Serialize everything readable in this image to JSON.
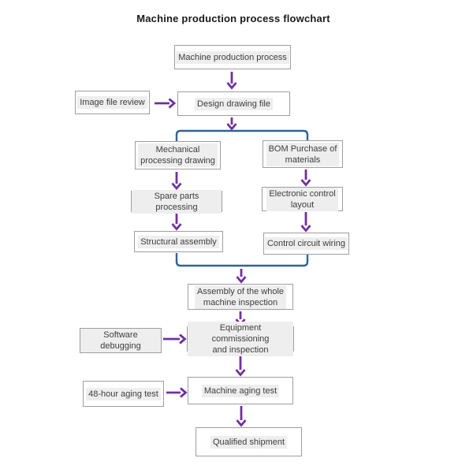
{
  "title": "Machine production process flowchart",
  "colors": {
    "arrow": "#7030a0",
    "bracket": "#2e6496",
    "text": "#3d3d3d",
    "highlight": "#eeeeee",
    "border": "#9e9e9e"
  },
  "nodes": [
    {
      "id": "machine-production-process",
      "label": "Machine production process"
    },
    {
      "id": "image-file-review",
      "label": "Image file review"
    },
    {
      "id": "design-drawing-file",
      "label": "Design drawing file"
    },
    {
      "id": "mechanical-processing-drawing",
      "label": "Mechanical\nprocessing drawing"
    },
    {
      "id": "bom-purchase-of-materials",
      "label": "BOM Purchase of\nmaterials"
    },
    {
      "id": "spare-parts-processing",
      "label": "Spare parts processing"
    },
    {
      "id": "electronic-control-layout",
      "label": "Electronic control\nlayout"
    },
    {
      "id": "structural-assembly",
      "label": "Structural assembly"
    },
    {
      "id": "control-circuit-wiring",
      "label": "Control circuit wiring"
    },
    {
      "id": "assembly-of-the-whole-machine-inspection",
      "label": "Assembly of the whole\nmachine inspection"
    },
    {
      "id": "software-debugging",
      "label": "Software debugging"
    },
    {
      "id": "equipment-commissioning-and-inspection",
      "label": "Equipment commissioning\nand inspection"
    },
    {
      "id": "aging-test-48-hour",
      "label": "48-hour aging test"
    },
    {
      "id": "machine-aging-test",
      "label": "Machine aging test"
    },
    {
      "id": "qualified-shipment",
      "label": "Qualified shipment"
    }
  ],
  "edges": [
    {
      "from": "machine-production-process",
      "to": "design-drawing-file",
      "connector": "arrow"
    },
    {
      "from": "image-file-review",
      "to": "design-drawing-file",
      "connector": "arrow"
    },
    {
      "from": "design-drawing-file",
      "to": "mechanical-processing-drawing",
      "connector": "bracket-split"
    },
    {
      "from": "design-drawing-file",
      "to": "bom-purchase-of-materials",
      "connector": "bracket-split"
    },
    {
      "from": "mechanical-processing-drawing",
      "to": "spare-parts-processing",
      "connector": "arrow"
    },
    {
      "from": "spare-parts-processing",
      "to": "structural-assembly",
      "connector": "arrow"
    },
    {
      "from": "bom-purchase-of-materials",
      "to": "electronic-control-layout",
      "connector": "arrow"
    },
    {
      "from": "electronic-control-layout",
      "to": "control-circuit-wiring",
      "connector": "arrow"
    },
    {
      "from": "structural-assembly",
      "to": "assembly-of-the-whole-machine-inspection",
      "connector": "bracket-merge"
    },
    {
      "from": "control-circuit-wiring",
      "to": "assembly-of-the-whole-machine-inspection",
      "connector": "bracket-merge"
    },
    {
      "from": "assembly-of-the-whole-machine-inspection",
      "to": "equipment-commissioning-and-inspection",
      "connector": "arrow"
    },
    {
      "from": "software-debugging",
      "to": "equipment-commissioning-and-inspection",
      "connector": "arrow"
    },
    {
      "from": "equipment-commissioning-and-inspection",
      "to": "machine-aging-test",
      "connector": "arrow"
    },
    {
      "from": "aging-test-48-hour",
      "to": "machine-aging-test",
      "connector": "arrow"
    },
    {
      "from": "machine-aging-test",
      "to": "qualified-shipment",
      "connector": "arrow"
    }
  ]
}
